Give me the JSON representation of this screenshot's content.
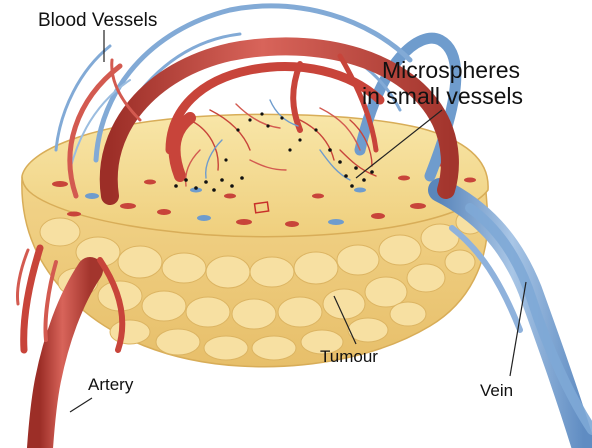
{
  "labels": {
    "blood_vessels": "Blood Vessels",
    "microspheres_line1": "Microspheres",
    "microspheres_line2": "in small vessels",
    "tumour": "Tumour",
    "artery": "Artery",
    "vein": "Vein"
  },
  "colors": {
    "tumour_fill": "#f3d68a",
    "tumour_edge": "#d9ae55",
    "artery": "#c8443a",
    "vein": "#6f9ccd",
    "leader_line": "#222222"
  }
}
